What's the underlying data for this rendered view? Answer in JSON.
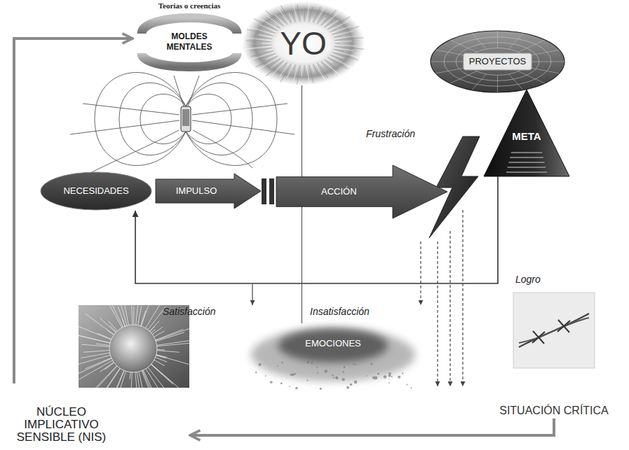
{
  "diagram": {
    "nodes": [
      {
        "text": [
          "Teorías o creencias",
          "MOLDES MENTALES"
        ]
      },
      {
        "text": [
          "YO"
        ]
      },
      {
        "text": [
          "PROYECTOS"
        ]
      },
      {
        "text": [
          "NECESIDADES"
        ]
      },
      {
        "text": [
          "IMPULSO"
        ]
      },
      {
        "text": [
          "ACCIÓN"
        ]
      },
      {
        "text": [
          "META"
        ]
      },
      {
        "text": [
          "EMOCIONES"
        ]
      },
      {
        "text": [
          "NÚCLEO IMPLICATIVO SENSIBLE (NIS)"
        ]
      },
      {
        "text": [
          "SITUACIÓN CRÍTICA"
        ]
      }
    ],
    "edges": [
      {
        "from": 8,
        "to": 0,
        "arrow": "to"
      },
      {
        "from": 9,
        "to": 8,
        "arrow": "to"
      },
      {
        "from": 6,
        "to": 3,
        "arrow": "to"
      },
      {
        "from": 1,
        "to": 7,
        "arrow": "none"
      }
    ],
    "labels": [
      "Frustración",
      "Logro",
      "Satisfacción",
      "Insatisfacción"
    ]
  }
}
